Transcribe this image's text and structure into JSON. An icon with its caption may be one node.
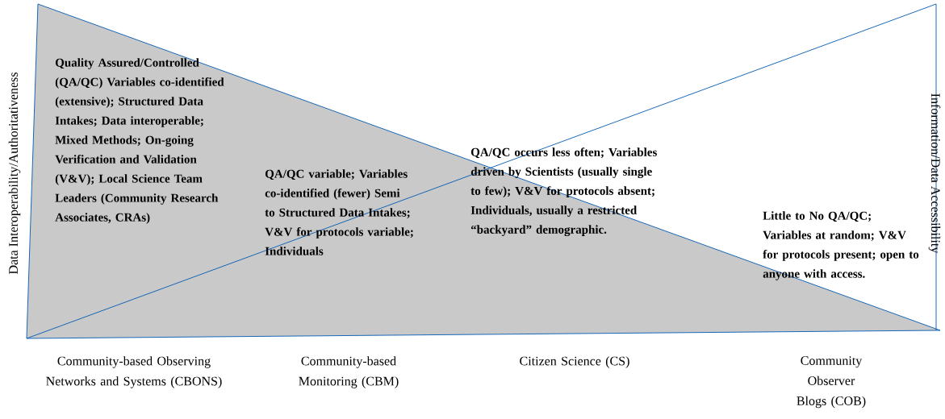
{
  "diagram": {
    "labels": [
      "Data Interoperability/Authoritativeness",
      "Quality Assured/Controlled (QA/QC) Variables co-identified (extensive); Structured Data Intakes; Data interoperable; Mixed Methods; On-going Verification and Validation (V&V); Local Science Team Leaders (Community Research Associates, CRAs)",
      "QA/QC variable; Variables co-identified (fewer) Semi to Structured Data Intakes; V&V for protocols variable; Individuals",
      "QA/QC occurs less often; Variables driven by Scientists (usually single to few); V&V for protocols absent; Individuals, usually a restricted “backyard” demographic.",
      "Little to No QA/QC; Variables at random; V&V for protocols present; open to anyone with access.",
      "Information/Data Accessibility",
      "Community-based Observing Networks and Systems (CBONS)",
      "Community-based Monitoring (CBM)",
      "Citizen Science (CS)",
      "Community Observer Blogs (COB)"
    ]
  }
}
